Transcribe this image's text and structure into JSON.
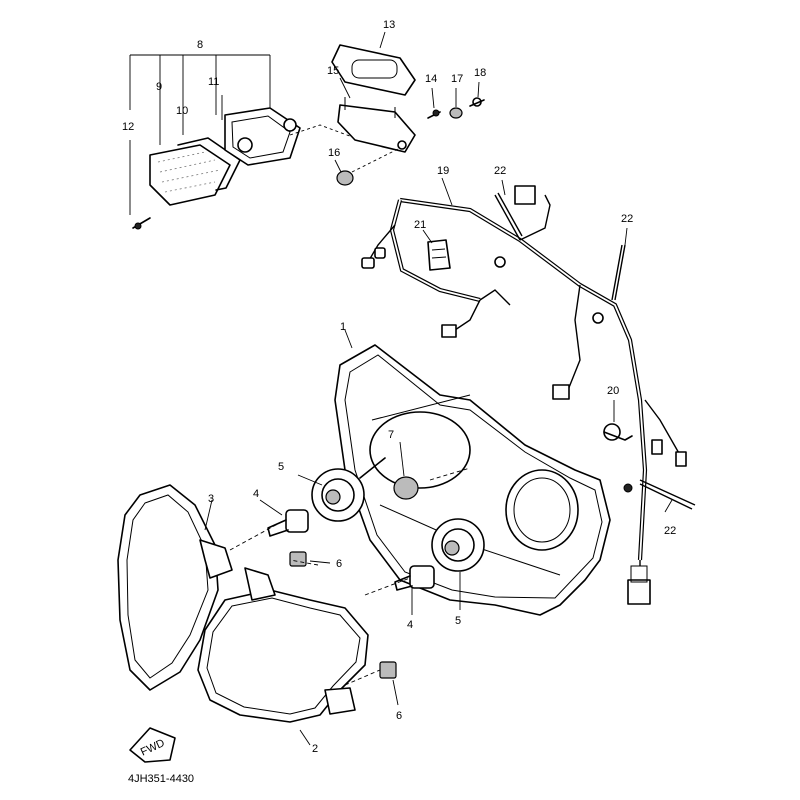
{
  "diagram": {
    "figure_code": "4JH351-4430",
    "fwd_label": "FWD",
    "callouts": {
      "c1": "1",
      "c2": "2",
      "c3": "3",
      "c4a": "4",
      "c4b": "4",
      "c5a": "5",
      "c5b": "5",
      "c6a": "6",
      "c6b": "6",
      "c7": "7",
      "c8": "8",
      "c9": "9",
      "c10": "10",
      "c11": "11",
      "c12": "12",
      "c13": "13",
      "c14": "14",
      "c15": "15",
      "c16": "16",
      "c17": "17",
      "c18": "18",
      "c19": "19",
      "c20": "20",
      "c21": "21",
      "c22a": "22",
      "c22b": "22",
      "c22c": "22"
    }
  }
}
